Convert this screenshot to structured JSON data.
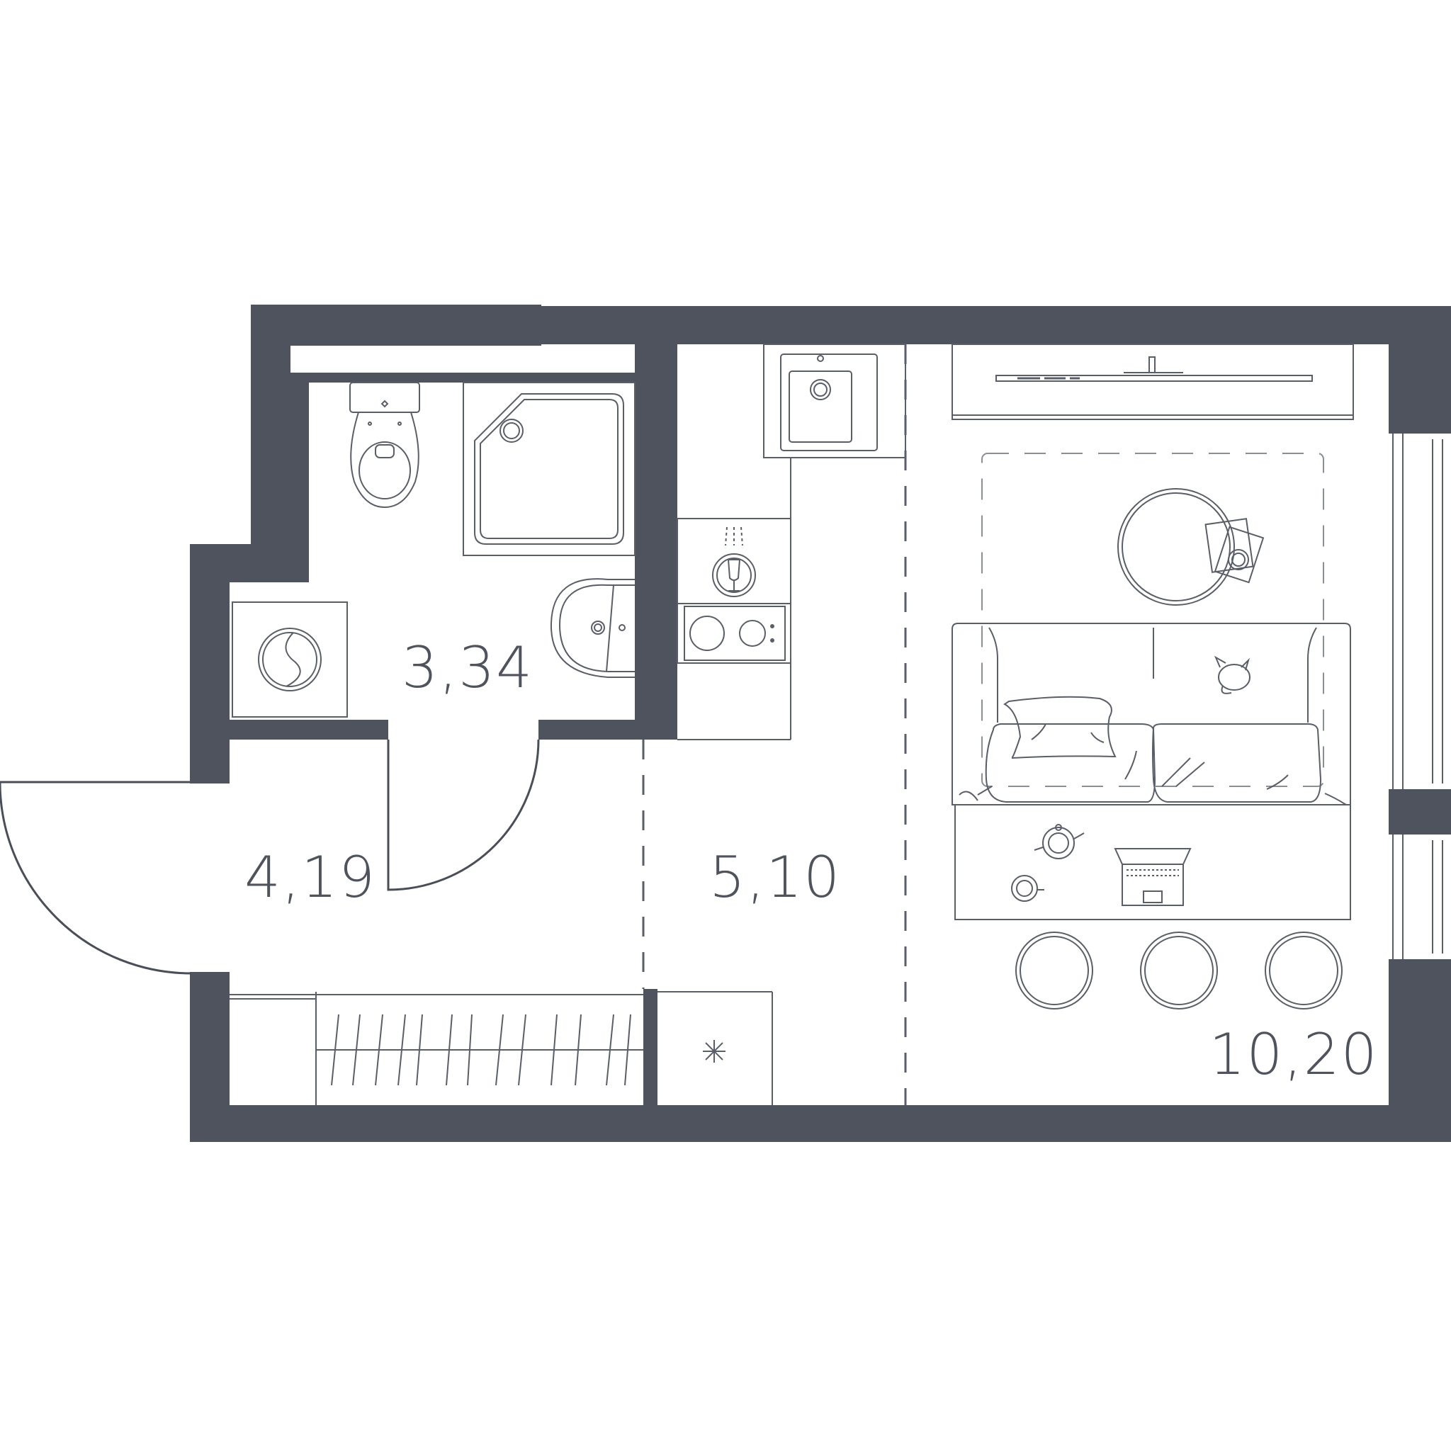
{
  "colors": {
    "wall": "#4f535e",
    "line": "#5a5e68",
    "background": "#ffffff"
  },
  "rooms": [
    {
      "name": "bathroom",
      "area": "3,34"
    },
    {
      "name": "hallway",
      "area": "4,19"
    },
    {
      "name": "kitchen",
      "area": "5,10"
    },
    {
      "name": "living-room",
      "area": "10,20"
    }
  ]
}
